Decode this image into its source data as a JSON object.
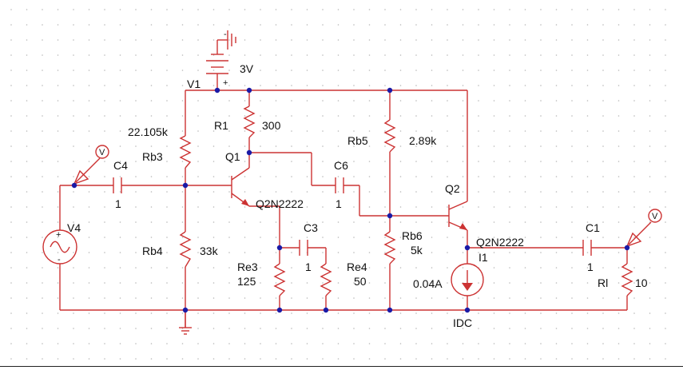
{
  "labels": {
    "v1_value": "3V",
    "v1_name": "V1",
    "r1_name": "R1",
    "r1_value": "300",
    "rb3_value": "22.105k",
    "rb3_name": "Rb3",
    "q1_name": "Q1",
    "q1_model": "Q2N2222",
    "c4_name": "C4",
    "c4_value": "1",
    "c6_name": "C6",
    "c6_value": "1",
    "rb5_name": "Rb5",
    "rb5_value": "2.89k",
    "q2_name": "Q2",
    "q2_model": "Q2N2222",
    "v4_name": "V4",
    "rb4_name": "Rb4",
    "rb4_value": "33k",
    "c3_name": "C3",
    "c3_value": "1",
    "re3_name": "Re3",
    "re3_value": "125",
    "re4_name": "Re4",
    "re4_value": "50",
    "rb6_name": "Rb6",
    "rb6_value": "5k",
    "i1_name": "I1",
    "i1_value": "0.04A",
    "idc_name": "IDC",
    "c1_name": "C1",
    "c1_value": "1",
    "rl_name": "Rl",
    "rl_value": "10",
    "probe_glyph": "V",
    "plus": "+",
    "minus": "-"
  },
  "colors": {
    "wire": "#cc3333",
    "node": "#1a1aa6",
    "text": "#111111",
    "grid": "#b8b8b8"
  }
}
